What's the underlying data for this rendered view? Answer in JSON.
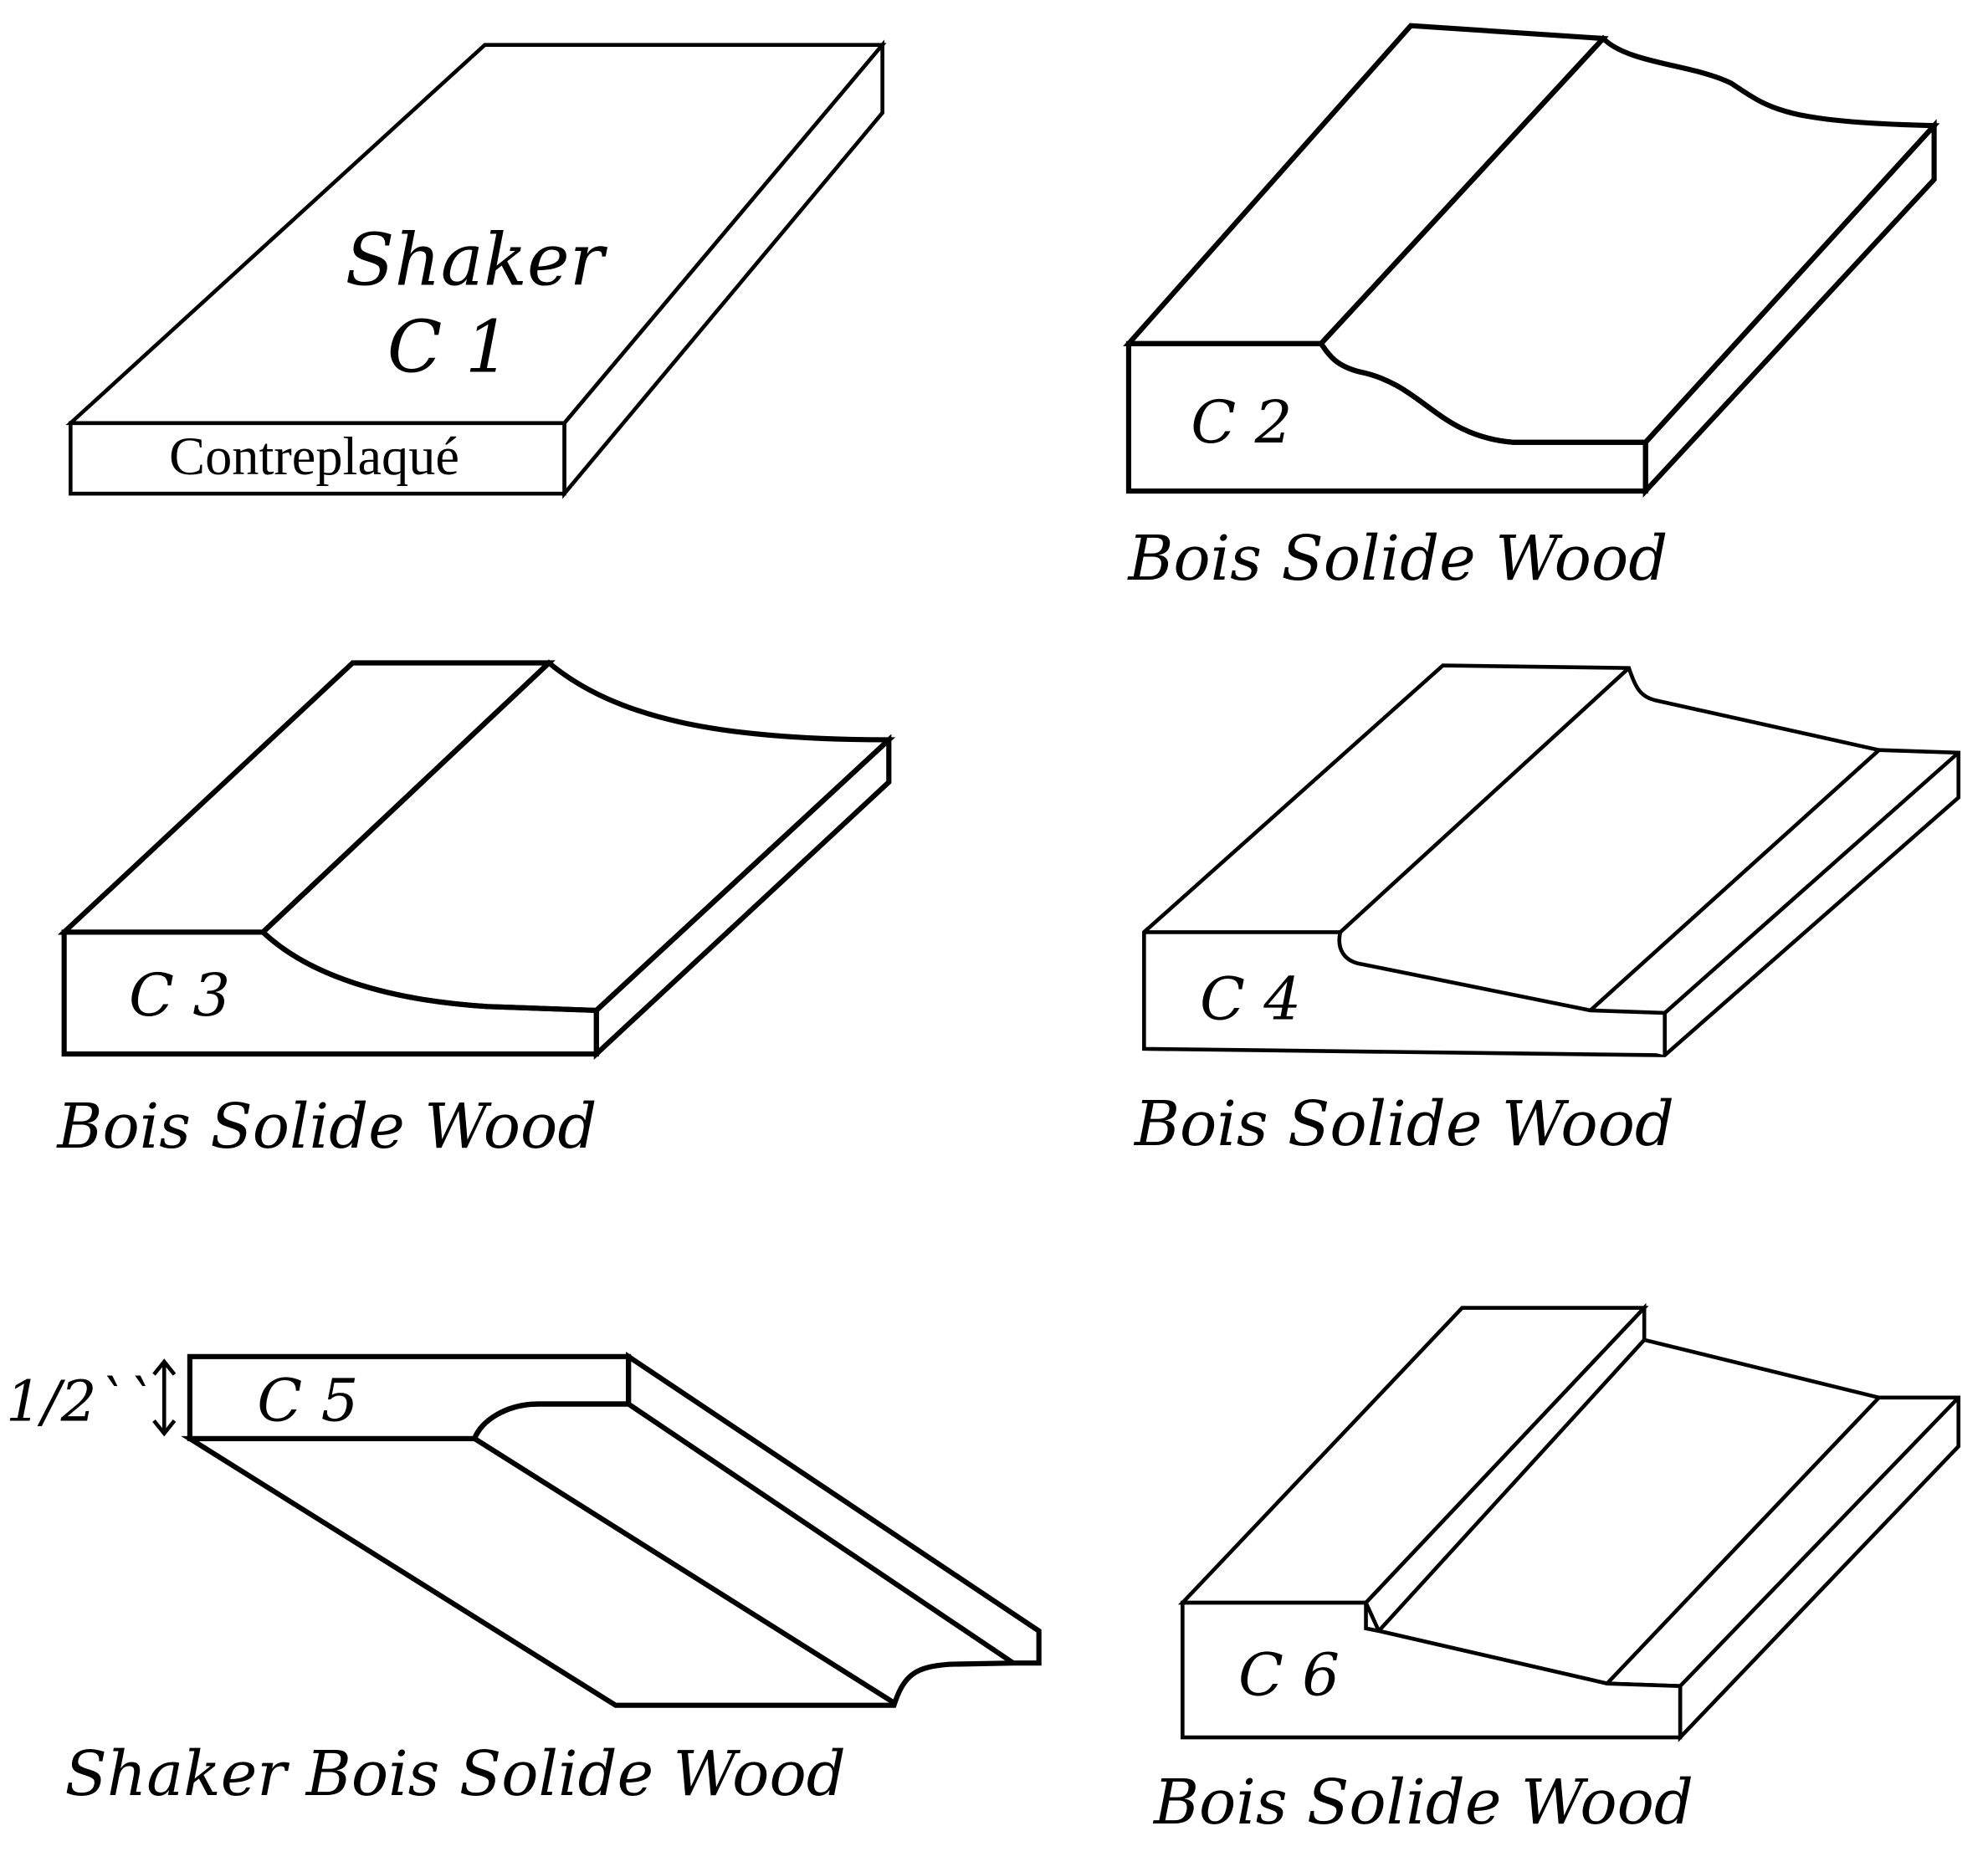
{
  "profiles": [
    {
      "code": "C 1",
      "title": "Shaker",
      "material": "Contreplaqué"
    },
    {
      "code": "C 2",
      "caption": "Bois Solide Wood"
    },
    {
      "code": "C 3",
      "caption": "Bois Solide Wood"
    },
    {
      "code": "C 4",
      "caption": "Bois Solide Wood"
    },
    {
      "code": "C 5",
      "caption": "Shaker Bois Solide Wood",
      "dimension": "1/2``"
    },
    {
      "code": "C 6",
      "caption": "Bois Solide Wood"
    }
  ]
}
